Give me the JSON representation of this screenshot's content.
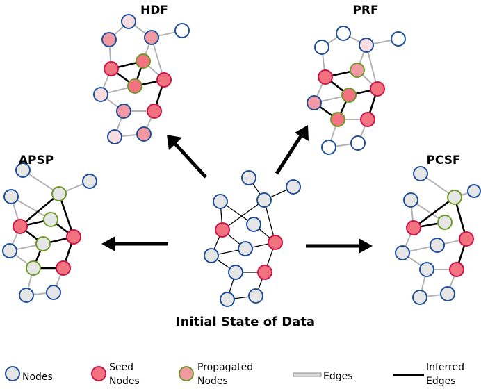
{
  "titles": {
    "hdf": "HDF",
    "prf": "PRF",
    "apsp": "APSP",
    "pcsf": "PCSF",
    "initial": "Initial State of Data"
  },
  "legend": {
    "nodes": "Nodes",
    "seed_line1": "Seed",
    "seed_line2": "Nodes",
    "propagated_line1": "Propagated",
    "propagated_line2": "Nodes",
    "edges": "Edges",
    "inferred_line1": "Inferred",
    "inferred_line2": "Edges"
  },
  "colors": {
    "node_fill": "#e6e6e6",
    "node_stroke": "#1f4e9a",
    "seed_fill": "#f2737f",
    "seed_stroke": "#c8154a",
    "propagated_fill": "#f29aa3",
    "propagated_stroke": "#6f9a2a",
    "light_fill": "#f8dde0",
    "edge_gray": "#b3b3b3",
    "edge_black": "#000000"
  }
}
